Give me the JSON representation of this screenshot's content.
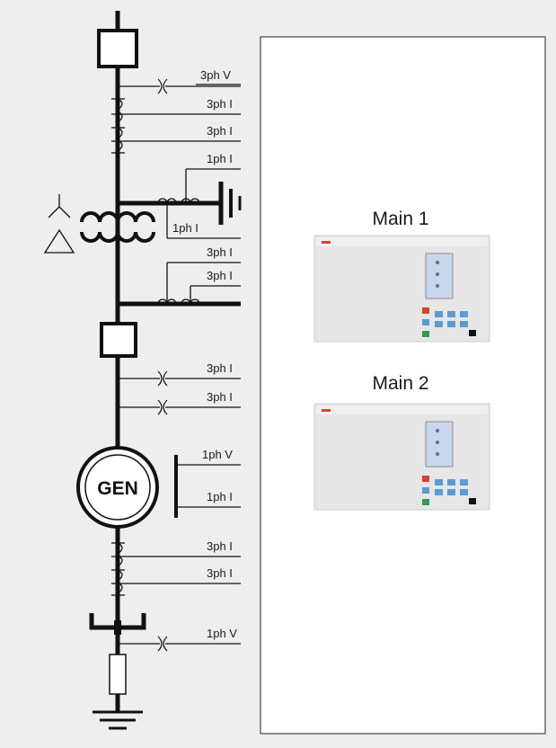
{
  "diagram": {
    "signals": [
      {
        "id": "s1",
        "label": "3ph V"
      },
      {
        "id": "s2",
        "label": "3ph I"
      },
      {
        "id": "s3",
        "label": "3ph I"
      },
      {
        "id": "s4",
        "label": "1ph I"
      },
      {
        "id": "s5",
        "label": "1ph I"
      },
      {
        "id": "s6",
        "label": "3ph I"
      },
      {
        "id": "s7",
        "label": "3ph I"
      },
      {
        "id": "s8",
        "label": "3ph I"
      },
      {
        "id": "s9",
        "label": "3ph I"
      },
      {
        "id": "s10",
        "label": "1ph V"
      },
      {
        "id": "s11",
        "label": "1ph I"
      },
      {
        "id": "s12",
        "label": "3ph I"
      },
      {
        "id": "s13",
        "label": "3ph I"
      },
      {
        "id": "s14",
        "label": "1ph V"
      }
    ],
    "generator": {
      "label": "GEN"
    },
    "relays": [
      {
        "label": "Main 1"
      },
      {
        "label": "Main 2"
      }
    ],
    "colors": {
      "background": "#eeeeee",
      "line": "#111111",
      "relay_body": "#e4e4e4",
      "relay_screen": "#c9d7ec",
      "key_red": "#d8412f",
      "key_green": "#2f9d4b",
      "key_blue": "#5a9bd5",
      "key_black": "#111111"
    }
  }
}
